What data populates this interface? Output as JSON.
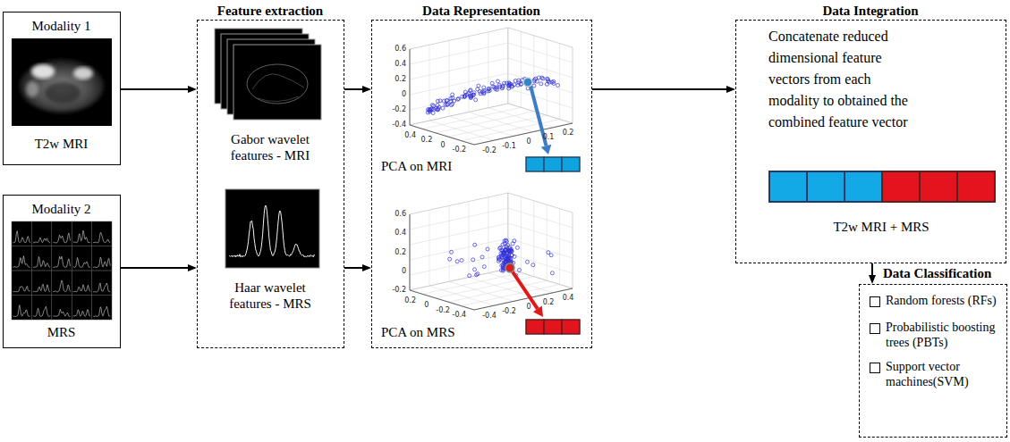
{
  "diagram": {
    "nodes": [
      {
        "text": [
          "Modality 1",
          "T2w MRI"
        ]
      },
      {
        "text": [
          "Modality 2",
          "MRS"
        ]
      },
      {
        "text": [
          "Feature extraction",
          "Gabor wavelet features - MRI",
          "Haar wavelet features - MRS"
        ]
      },
      {
        "text": [
          "Data Representation",
          "PCA on MRI",
          "PCA on MRS"
        ]
      },
      {
        "text": [
          "Data Integration",
          "Concatenate reduced dimensional feature vectors from each modality to obtained the combined feature vector",
          "T2w MRI + MRS"
        ]
      },
      {
        "text": [
          "Data Classification",
          "Random forests (RFs)",
          "Probabilistic boosting trees (PBTs)",
          "Support vector machines(SVM)"
        ]
      }
    ],
    "edges": [
      {
        "from": 0,
        "to": 2,
        "arrow": "to"
      },
      {
        "from": 1,
        "to": 2,
        "arrow": "to"
      },
      {
        "from": 2,
        "to": 3,
        "arrow": "to"
      },
      {
        "from": 2,
        "to": 3,
        "arrow": "to"
      },
      {
        "from": 3,
        "to": 4,
        "arrow": "to"
      },
      {
        "from": 4,
        "to": 5,
        "arrow": "to"
      }
    ],
    "labels": [
      "0.6",
      "0.4",
      "0.2",
      "0",
      "-0.2",
      "-0.4",
      "0.4",
      "0.2",
      "0",
      "-0.2",
      "-0.2",
      "-0.1",
      "0",
      "0.1",
      "0.2",
      "0.6",
      "0.4",
      "0.2",
      "0",
      "-0.2",
      "0.2",
      "0",
      "-0.2",
      "-0.4",
      "-0.4",
      "-0.2",
      "0",
      "0.2",
      "0.4"
    ]
  }
}
